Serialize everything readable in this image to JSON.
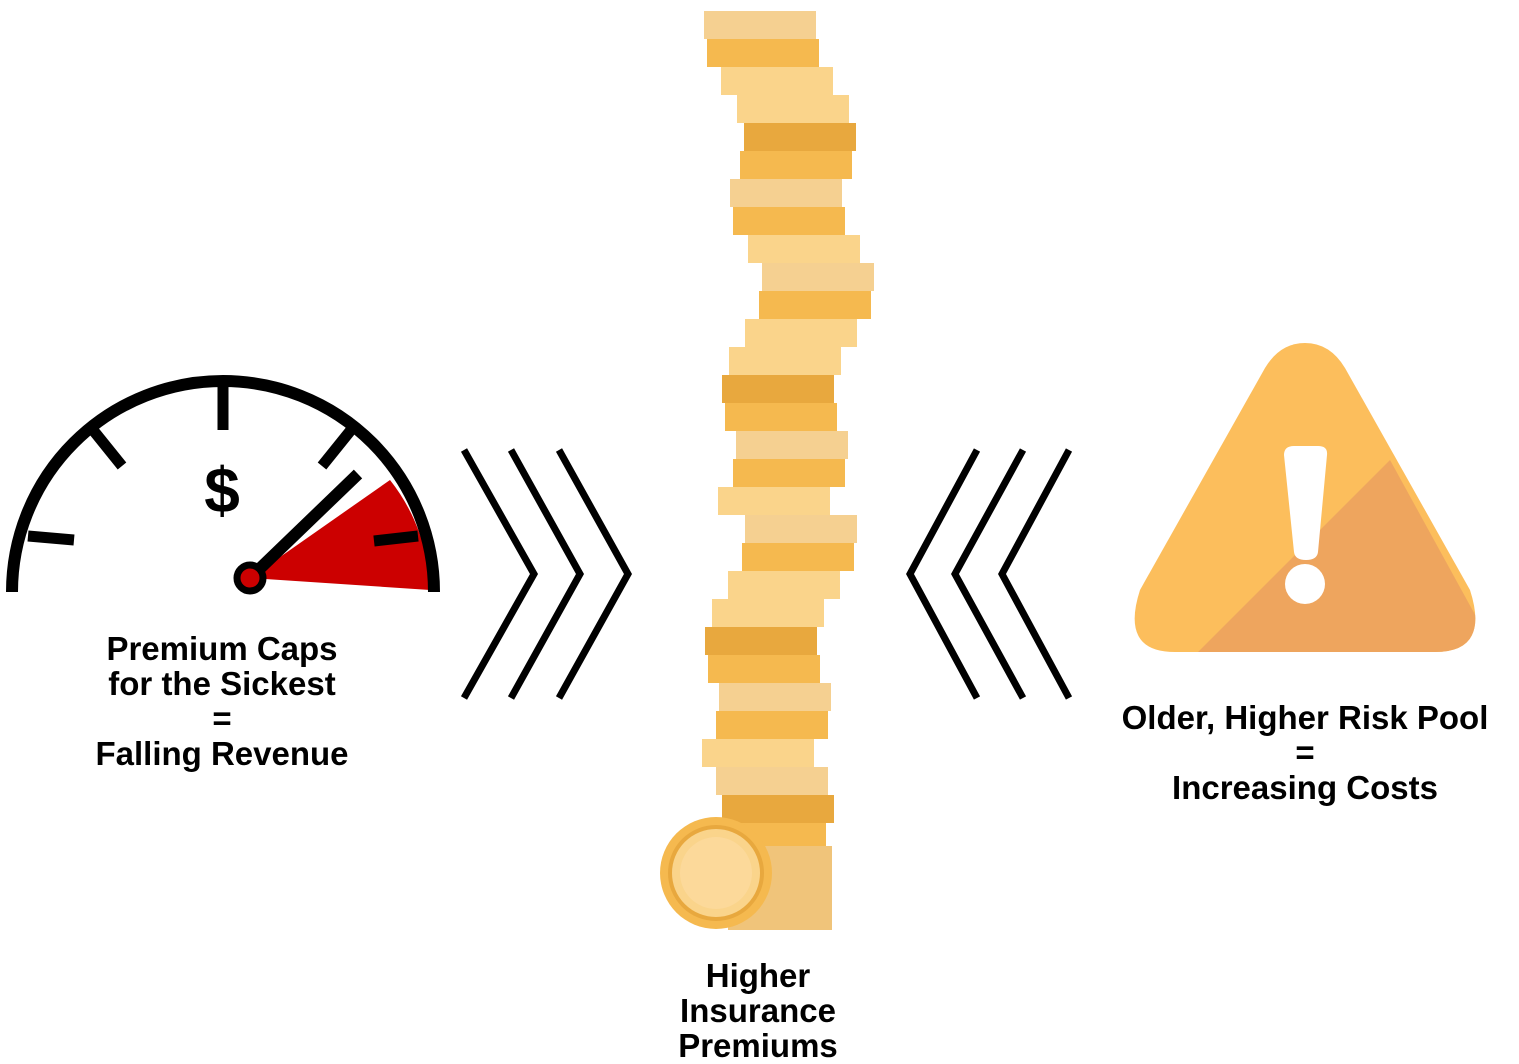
{
  "left": {
    "icon": "speedometer-dollar-icon",
    "symbol": "$",
    "lines": [
      "Premium Caps",
      "for the Sickest",
      "=",
      "Falling Revenue"
    ],
    "danger_color": "#cc0000"
  },
  "center": {
    "icon": "coin-stack-icon",
    "lines": [
      "Higher",
      "Insurance",
      "Premiums"
    ],
    "coin_colors": [
      "#f5d091",
      "#f5b94f",
      "#fad48b",
      "#e8a83e"
    ]
  },
  "right": {
    "icon": "warning-triangle-icon",
    "lines": [
      "Older, Higher Risk Pool",
      "=",
      "Increasing Costs"
    ],
    "triangle_color": "#fcbe5c",
    "shade_color": "#eea55e"
  },
  "arrows": {
    "left_icon": "chevrons-right-icon",
    "right_icon": "chevrons-left-icon"
  }
}
